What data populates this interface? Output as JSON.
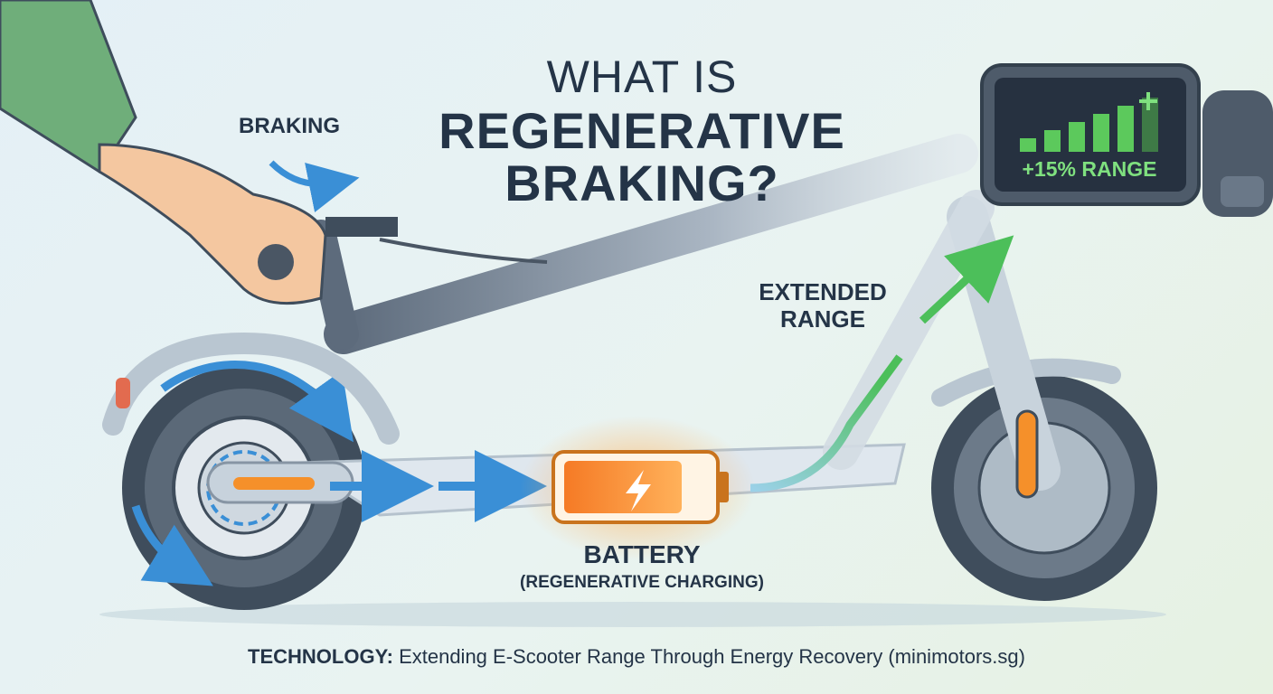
{
  "title": {
    "line1": "WHAT IS",
    "line2": "REGENERATIVE",
    "line3": "BRAKING?"
  },
  "labels": {
    "braking": "BRAKING",
    "extended_range": [
      "EXTENDED",
      "RANGE"
    ],
    "battery": "BATTERY",
    "battery_sub": "(REGENERATIVE CHARGING)"
  },
  "display": {
    "range_text": "+15% RANGE",
    "bar_levels": [
      0.25,
      0.4,
      0.55,
      0.7,
      0.85,
      1.0
    ]
  },
  "footer": {
    "prefix": "TECHNOLOGY:",
    "text": "Extending E-Scooter Range Through Energy Recovery (minimotors.sg)"
  },
  "icons": [
    "hand-icon",
    "battery-icon",
    "lightning-icon",
    "flow-arrow-icon",
    "curved-arrow-icon",
    "display-icon"
  ],
  "colors": {
    "text": "#243447",
    "energy_blue": "#3a8fd6",
    "battery_orange": "#f5902a",
    "range_green": "#5cc95c",
    "sleeve_green": "#6fae7a",
    "skin": "#f4c7a0"
  }
}
